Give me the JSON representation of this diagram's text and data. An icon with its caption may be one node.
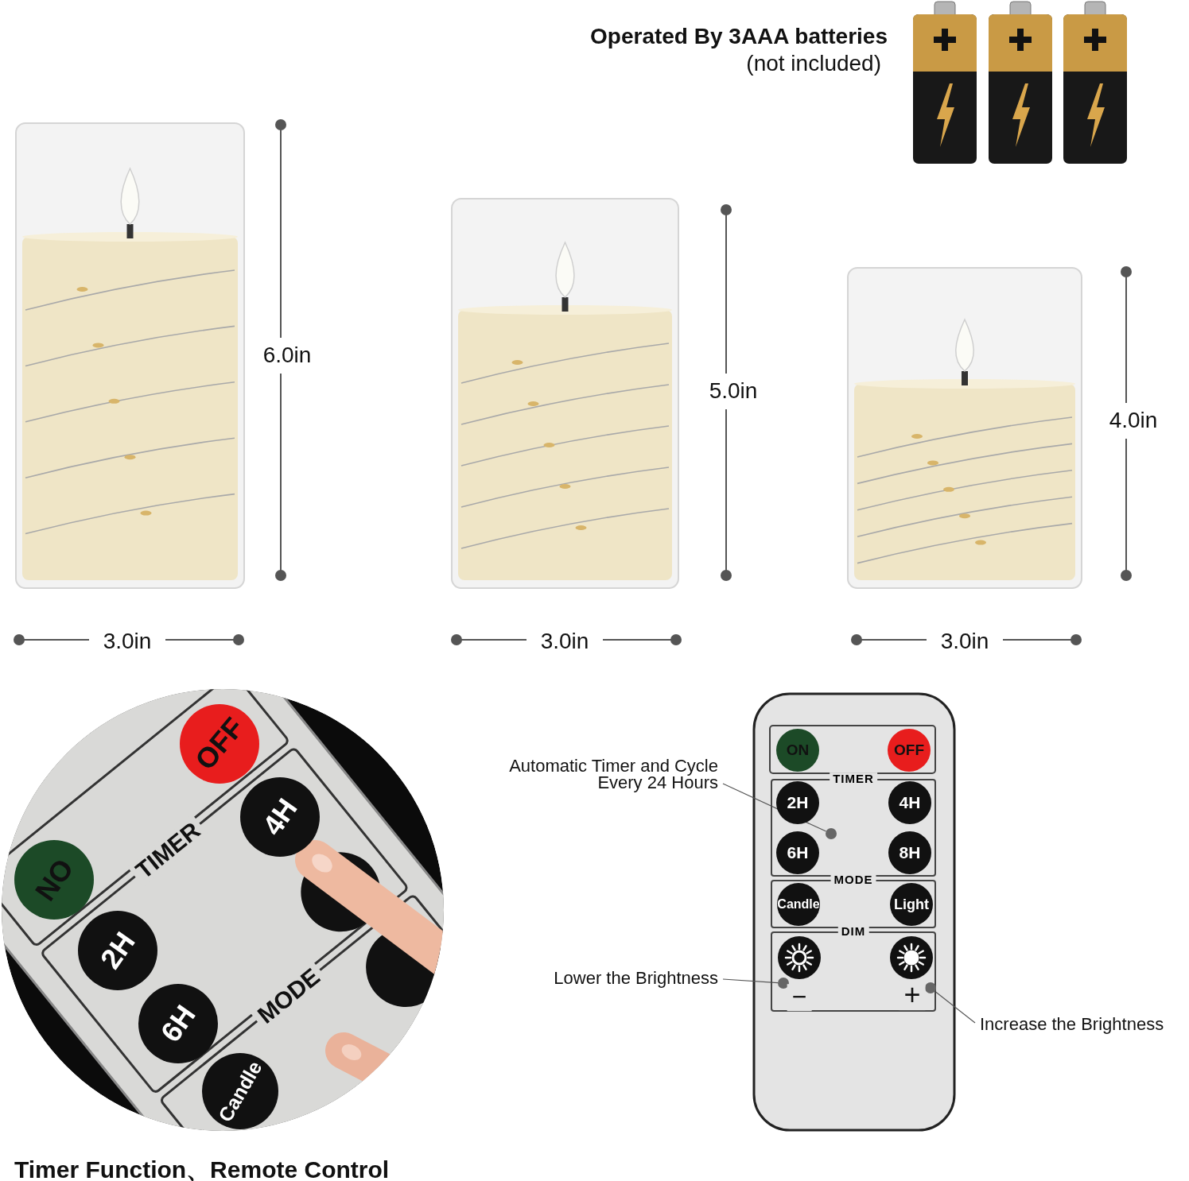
{
  "diagram": {
    "caption": "Timer Function、Remote Control",
    "nodes": [
      {
        "text": [
          "OFF"
        ]
      },
      {
        "text": [
          "ON"
        ]
      },
      {
        "text": [
          "4H"
        ]
      },
      {
        "text": [
          "2H"
        ]
      },
      {
        "text": [
          "6H"
        ]
      },
      {
        "text": [
          "Candle"
        ]
      },
      {
        "text": [
          "Automatic Timer and Cycle Every 24 Hours"
        ]
      },
      {
        "text": [
          "ON"
        ]
      },
      {
        "text": [
          "OFF"
        ]
      },
      {
        "text": [
          "TIMER"
        ]
      },
      {
        "text": [
          "2H"
        ],
        "in": 9
      },
      {
        "text": [
          "4H"
        ],
        "in": 9
      },
      {
        "text": [],
        "shape": "circle",
        "in": 9
      },
      {
        "text": [
          "6H"
        ],
        "in": 9
      },
      {
        "text": [
          "8H"
        ],
        "in": 9
      },
      {
        "text": [
          "MODE"
        ]
      },
      {
        "text": [
          "Candle"
        ],
        "in": 15
      },
      {
        "text": [
          "Light"
        ],
        "in": 15
      },
      {
        "text": [
          "DIM"
        ]
      },
      {
        "text": [],
        "shape": "circle",
        "in": 18
      },
      {
        "text": [],
        "shape": "circle",
        "in": 18
      },
      {
        "text": [],
        "shape": "circle",
        "in": 18
      },
      {
        "text": [],
        "shape": "circle",
        "in": 18
      },
      {
        "text": [
          "Lower the Brightness"
        ]
      },
      {
        "text": [
          "Increase the Brightness"
        ]
      }
    ],
    "edges": [
      {
        "from": 6,
        "to": 12,
        "arrow": "none"
      },
      {
        "from": 23,
        "to": 21,
        "arrow": "none"
      },
      {
        "from": 24,
        "to": 22,
        "arrow": "none"
      }
    ],
    "labels": [
      "Operated By 3AAA batteries",
      "(not included)",
      "6.0in",
      "5.0in",
      "4.0in",
      "3.0in",
      "3.0in",
      "3.0in",
      "TIMER",
      "MODE",
      "−",
      "+"
    ]
  }
}
